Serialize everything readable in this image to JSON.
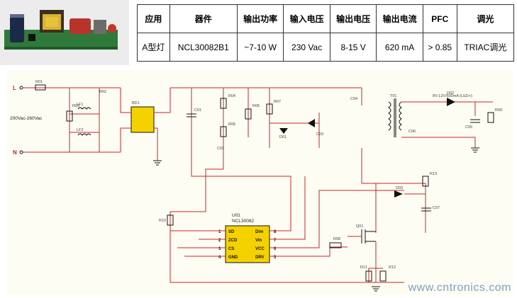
{
  "table": {
    "headers": [
      "应用",
      "器件",
      "输出功率",
      "输入电压",
      "输出电压",
      "输出电流",
      "PFC",
      "调光"
    ],
    "row": [
      "A型灯",
      "NCL30082B1",
      "~7-10 W",
      "230 Vac",
      "8-15 V",
      "620 mA",
      "> 0.85",
      "TRIAC调光"
    ]
  },
  "schematic": {
    "input_label": "200Vac-260Vac",
    "terminal_l": "L",
    "terminal_n": "N",
    "ic_ref": "U01",
    "ic_part": "NCL30082",
    "ic_pins_left": [
      "SD",
      "ZCD",
      "CS",
      "GND"
    ],
    "ic_pins_right": [
      "Dim",
      "Vin",
      "VCC",
      "DRV"
    ],
    "ic_pin_numbers_left": [
      "1",
      "2",
      "3",
      "4"
    ],
    "ic_pin_numbers_right": [
      "8",
      "7",
      "6",
      "5"
    ],
    "output_label": "8V-12V/600mA (LED+)",
    "ref_labels": [
      "R01",
      "R02",
      "LF1",
      "LF2",
      "R03",
      "BD1",
      "C01",
      "R04",
      "R05",
      "R06",
      "C02",
      "R07",
      "D01",
      "C03",
      "R08",
      "C04",
      "T01",
      "D02",
      "C05",
      "R09",
      "C06",
      "Q01",
      "R10",
      "R11",
      "R12",
      "D03",
      "R13",
      "C07"
    ]
  },
  "watermark": "www.cntronics.com"
}
